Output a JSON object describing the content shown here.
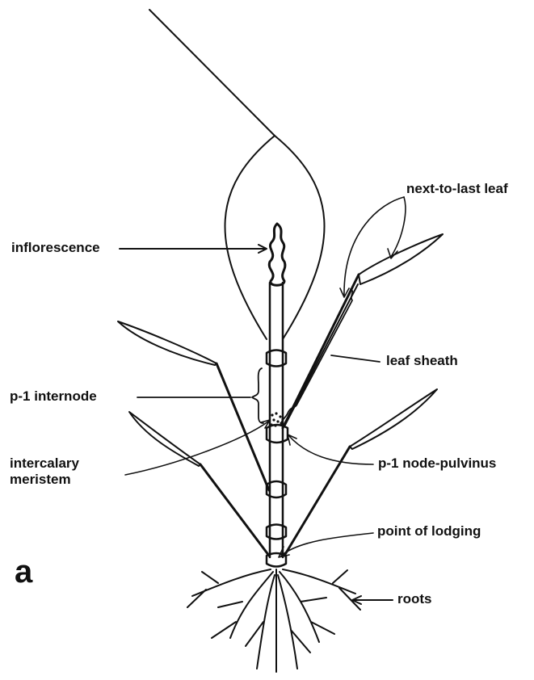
{
  "figure": {
    "panel_letter": "a",
    "labels": {
      "inflorescence": "inflorescence",
      "next_to_last_leaf": "next-to-last leaf",
      "leaf_sheath": "leaf sheath",
      "p1_internode": "p-1 internode",
      "intercalary_meristem": "intercalary\nmeristem",
      "p1_node_pulvinus": "p-1 node-pulvinus",
      "point_of_lodging": "point of lodging",
      "roots": "roots"
    },
    "colors": {
      "ink": "#111111",
      "background": "#ffffff"
    }
  }
}
